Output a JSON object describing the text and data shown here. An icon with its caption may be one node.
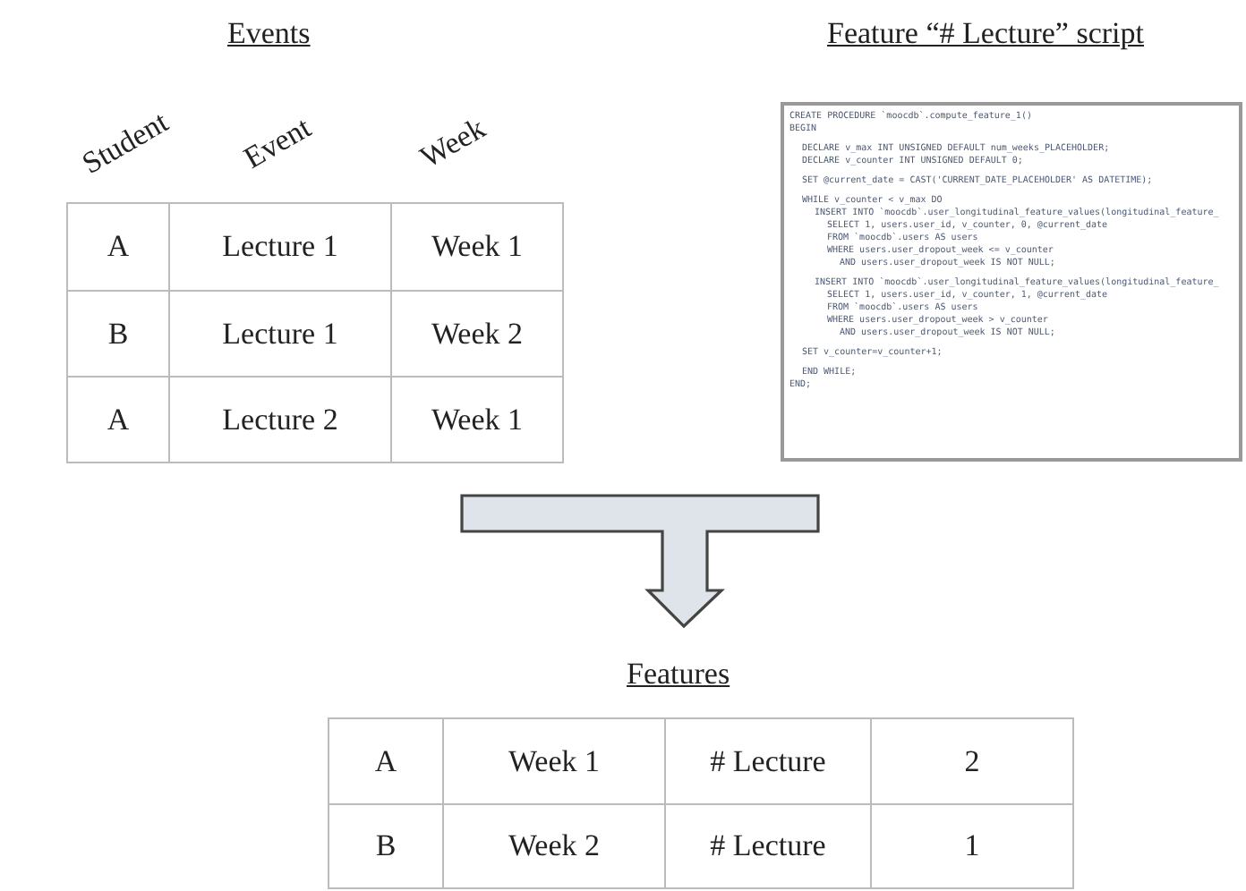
{
  "diagram": {
    "nodes": [
      {
        "text": [
          "Events",
          "Student",
          "Event",
          "Week",
          "A",
          "Lecture 1",
          "Week 1",
          "B",
          "Lecture 1",
          "Week 2",
          "A",
          "Lecture 2",
          "Week 1"
        ]
      },
      {
        "text": [
          "Feature “# Lecture” script",
          "CREATE PROCEDURE `moocdb`.compute_feature_1()",
          "BEGIN",
          "DECLARE v_max INT UNSIGNED DEFAULT num_weeks_PLACEHOLDER;",
          "DECLARE v_counter INT UNSIGNED DEFAULT 0;",
          "SET @current_date = CAST('CURRENT_DATE_PLACEHOLDER' AS DATETIME);",
          "WHILE v_counter < v_max DO",
          "INSERT INTO `moocdb`.user_longitudinal_feature_values(longitudinal_feature_",
          "SELECT 1, users.user_id, v_counter, 0, @current_date",
          "FROM `moocdb`.users AS users",
          "WHERE users.user_dropout_week <= v_counter",
          "AND users.user_dropout_week IS NOT NULL;",
          "INSERT INTO `moocdb`.user_longitudinal_feature_values(longitudinal_feature_",
          "SELECT 1, users.user_id, v_counter, 1, @current_date",
          "FROM `moocdb`.users AS users",
          "WHERE users.user_dropout_week > v_counter",
          "AND users.user_dropout_week IS NOT NULL;",
          "SET v_counter=v_counter+1;",
          "END WHILE;",
          "END;"
        ]
      },
      {
        "text": [
          "Features",
          "A",
          "Week 1",
          "# Lecture",
          "2",
          "B",
          "Week 2",
          "# Lecture",
          "1"
        ]
      }
    ],
    "edges": [
      {
        "from": 0,
        "to": 2,
        "arrow": "to",
        "style": "thick"
      },
      {
        "from": 1,
        "to": 2,
        "arrow": "to",
        "style": "thick"
      }
    ]
  }
}
